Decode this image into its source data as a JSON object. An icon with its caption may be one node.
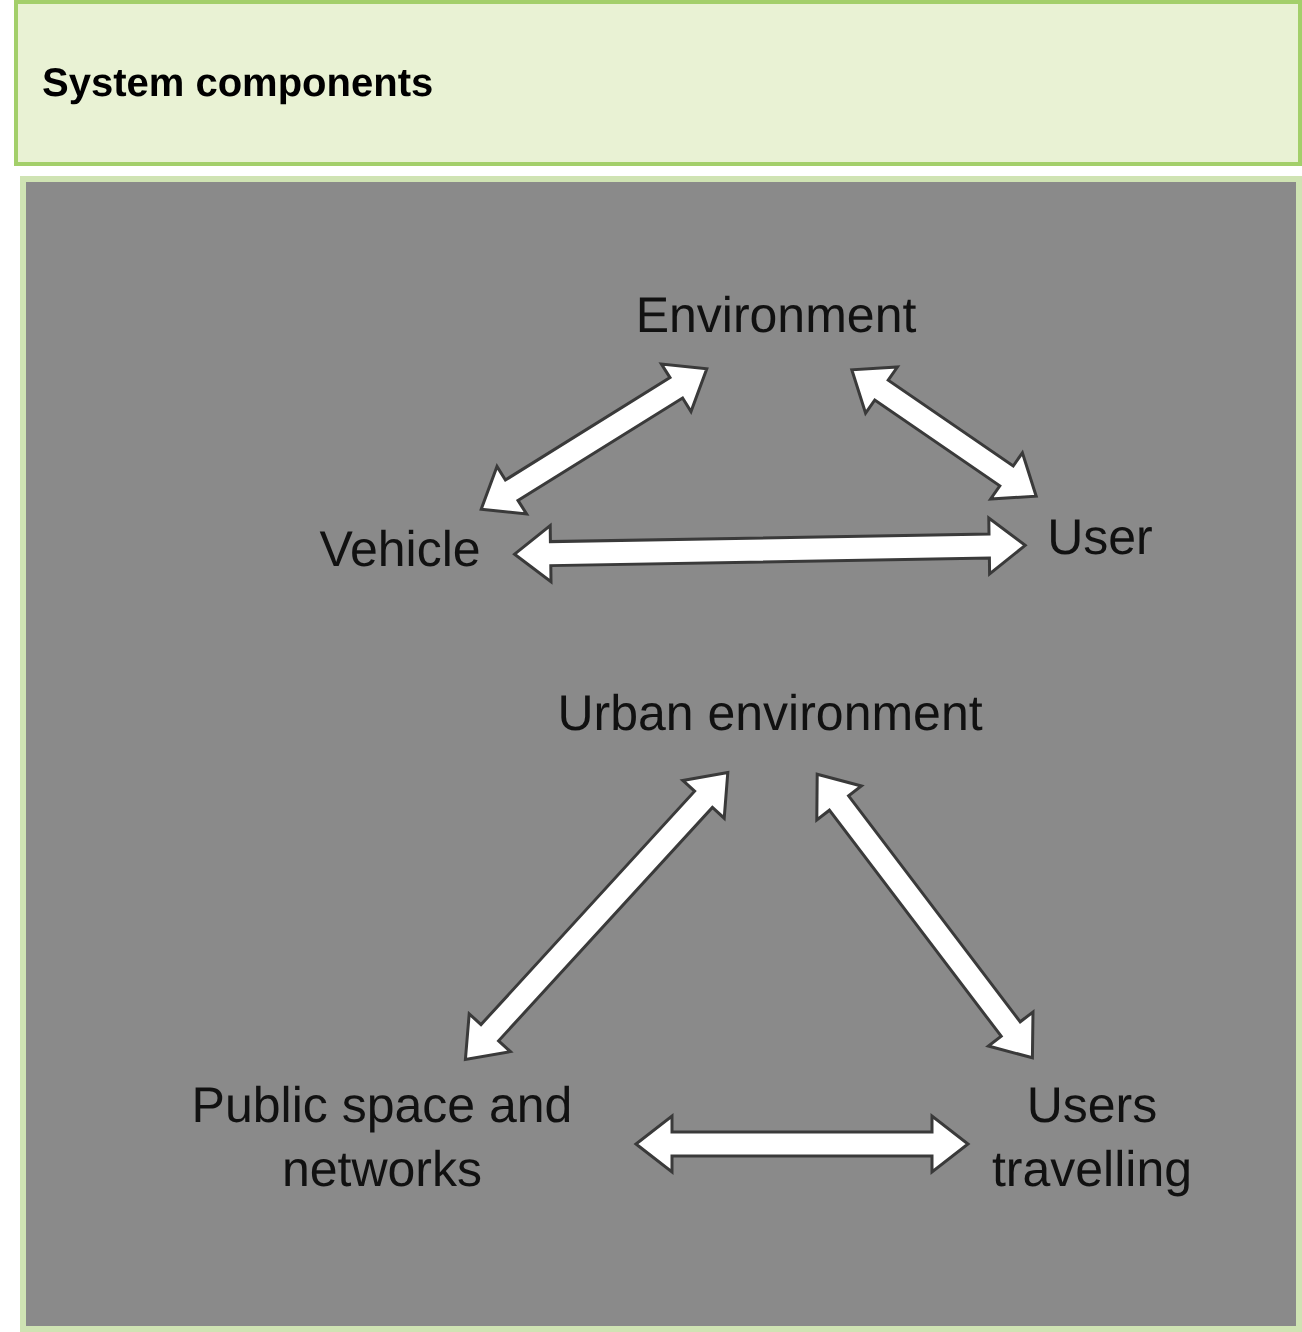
{
  "diagram": {
    "nodes": [
      {
        "text": [
          "System components"
        ]
      },
      {
        "text": [],
        "shape": "box"
      },
      {
        "text": [
          "Environment"
        ],
        "in": 1
      },
      {
        "text": [
          "Vehicle"
        ],
        "in": 1
      },
      {
        "text": [
          "User"
        ],
        "in": 1
      },
      {
        "text": [
          "Urban environment"
        ],
        "in": 1
      },
      {
        "text": [
          "Public space and networks"
        ],
        "in": 1
      },
      {
        "text": [
          "Users travelling"
        ],
        "in": 1
      }
    ],
    "edges": [
      {
        "from": 3,
        "to": 2,
        "arrow": "both"
      },
      {
        "from": 2,
        "to": 4,
        "arrow": "both"
      },
      {
        "from": 3,
        "to": 4,
        "arrow": "both"
      },
      {
        "from": 5,
        "to": 6,
        "arrow": "both"
      },
      {
        "from": 5,
        "to": 7,
        "arrow": "both"
      },
      {
        "from": 6,
        "to": 7,
        "arrow": "both"
      }
    ]
  }
}
